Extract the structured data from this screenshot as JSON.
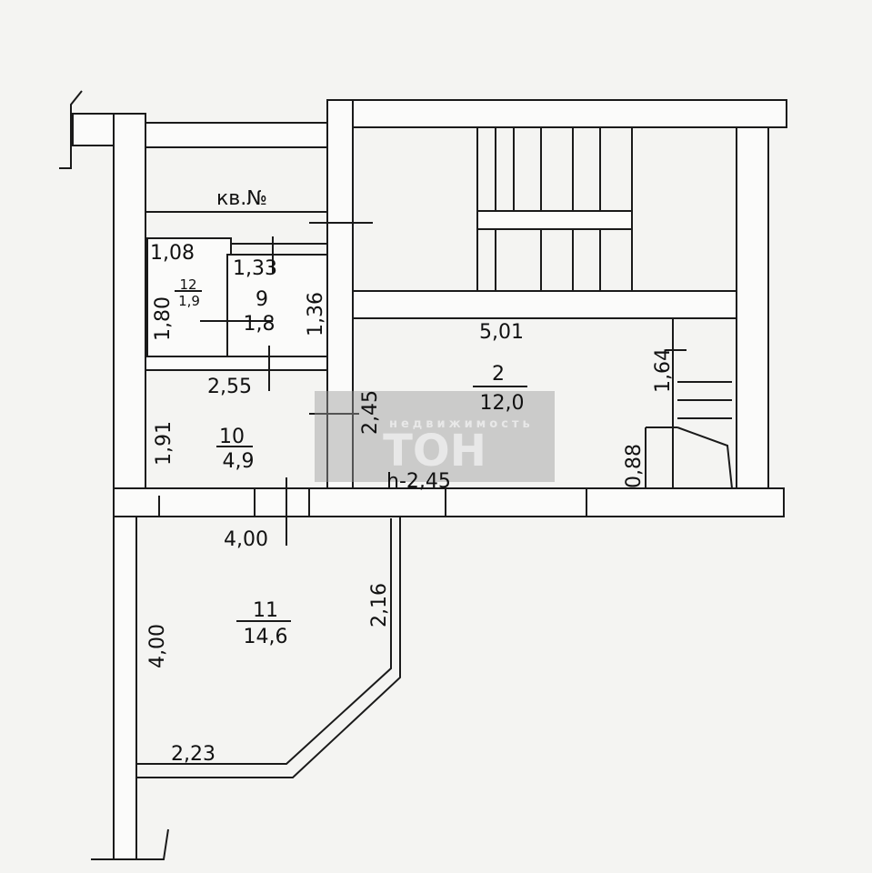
{
  "apartment_label": "кв.№",
  "ceiling_height": "h-2,45",
  "rooms": [
    {
      "number": "2",
      "area": "12,0"
    },
    {
      "number": "9",
      "area": "1,8"
    },
    {
      "number": "10",
      "area": "4,9"
    },
    {
      "number": "11",
      "area": "14,6"
    },
    {
      "number": "12",
      "area": "1,9"
    }
  ],
  "dimensions": {
    "d108": "1,08",
    "d180": "1,80",
    "d133": "1,33",
    "d136": "1,36",
    "d255": "2,55",
    "d191": "1,91",
    "d245": "2,45",
    "d501": "5,01",
    "d164": "1,64",
    "d088": "0,88",
    "d400h": "4,00",
    "d400v": "4,00",
    "d216": "2,16",
    "d223": "2,23"
  },
  "watermark": {
    "line1": "недвижимость",
    "line2": "ТОН"
  }
}
